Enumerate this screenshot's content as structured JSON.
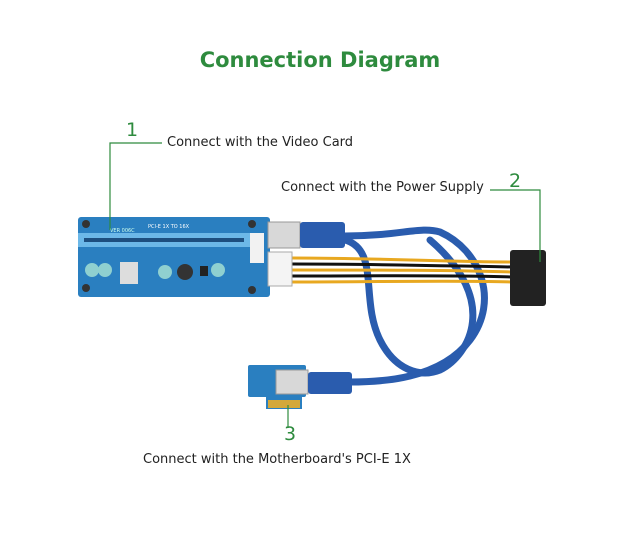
{
  "title": "Connection Diagram",
  "callouts": [
    {
      "number": "1",
      "label": "Connect with the Video Card"
    },
    {
      "number": "2",
      "label": "Connect with the Power Supply"
    },
    {
      "number": "3",
      "label": "Connect with the Motherboard's PCI-E 1X"
    }
  ],
  "board_markings": {
    "version": "VER 006C",
    "model": "PCI-E 1X TO 16X"
  },
  "colors": {
    "accent": "#2e8b3e",
    "pcb": "#2a7fc0",
    "cable": "#2a5fb0"
  }
}
